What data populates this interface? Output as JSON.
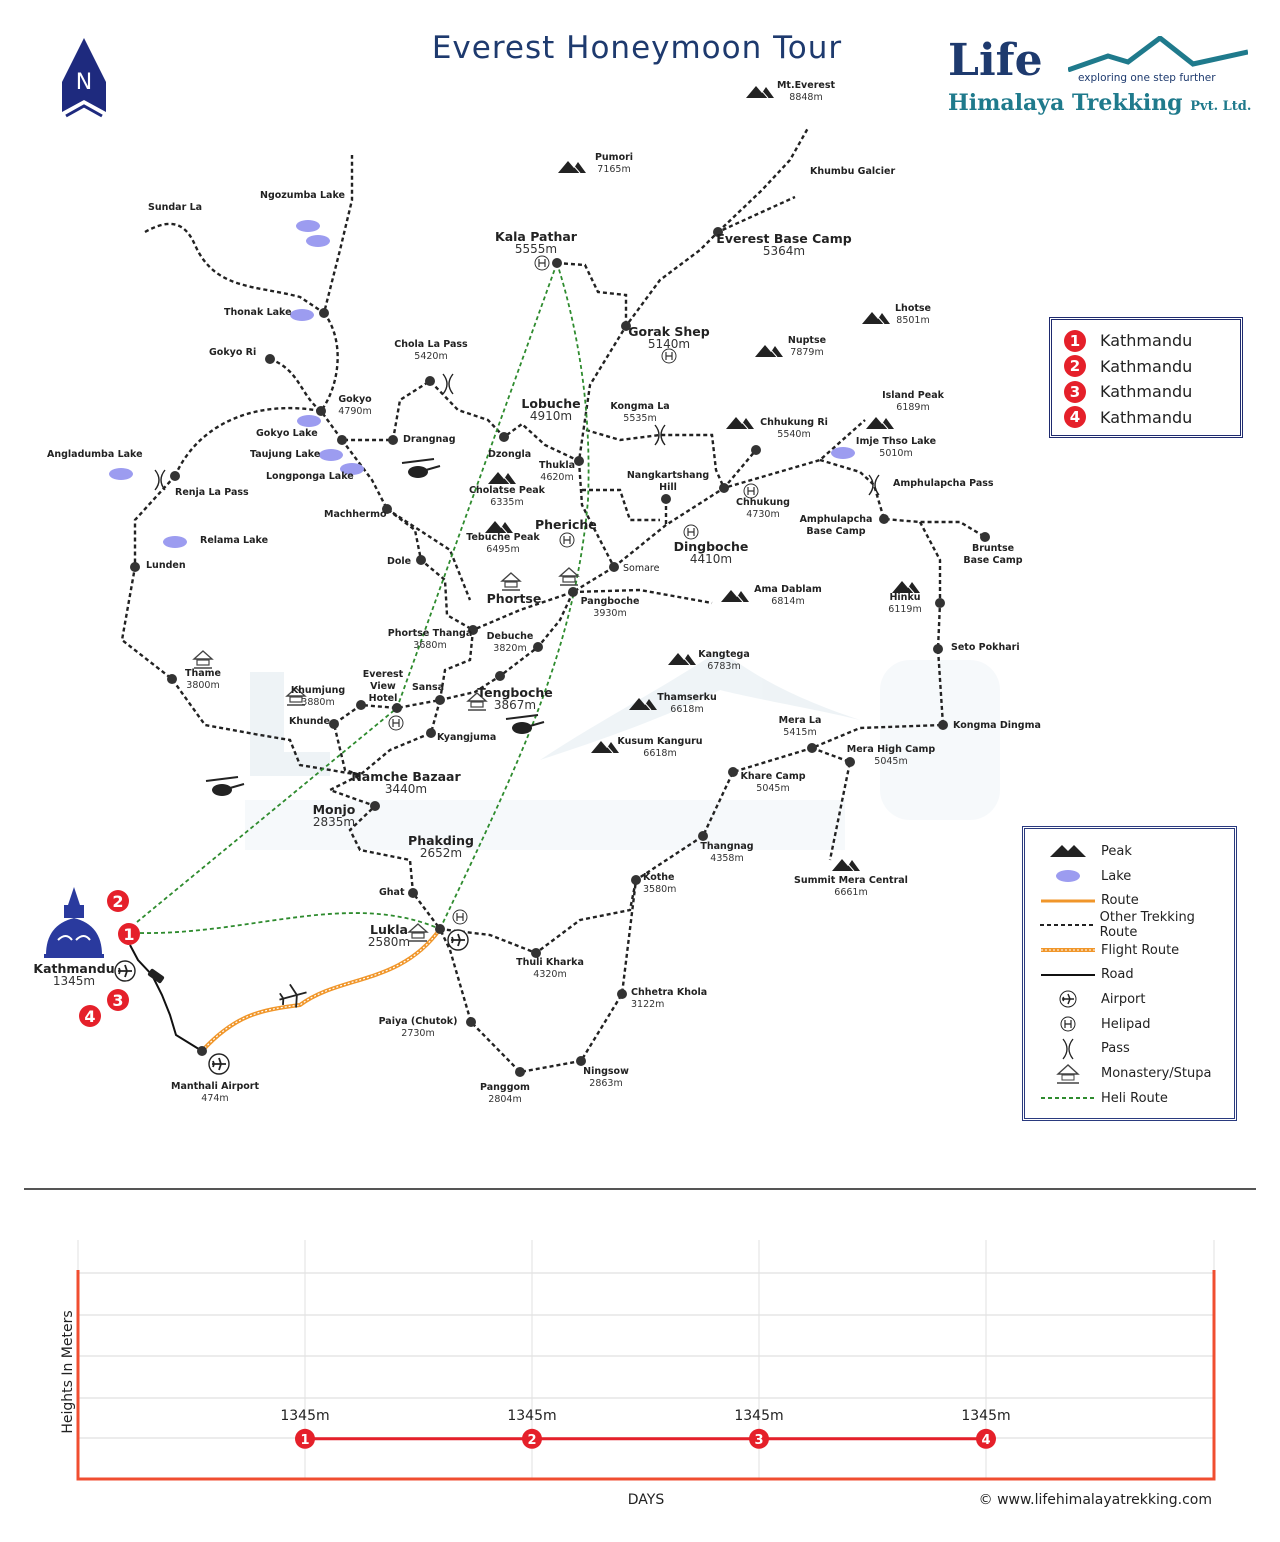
{
  "title": "Everest Honeymoon Tour",
  "north_label": "N",
  "logo": {
    "brand": "Life",
    "tagline": "exploring one step further",
    "name": "Himalaya Trekking",
    "suffix": "Pvt. Ltd."
  },
  "watermark": {
    "brand": "Life",
    "tagline": "exploring one step further",
    "name": "Himalaya Trekking Pvt. Ltd"
  },
  "colors": {
    "title": "#1e3a6e",
    "marker": "#e5202a",
    "route": "#f0962a",
    "heli": "#2e8b2e",
    "lake": "#9c9cf0",
    "chart_line": "#e5202a",
    "chart_frame": "#f04e30"
  },
  "places": [
    {
      "name": "Mt.Everest",
      "elev": "8848m"
    },
    {
      "name": "Pumori",
      "elev": "7165m"
    },
    {
      "name": "Khumbu Galcier"
    },
    {
      "name": "Sundar La"
    },
    {
      "name": "Ngozumba Lake"
    },
    {
      "name": "Kala Pathar",
      "elev": "5555m"
    },
    {
      "name": "Everest Base Camp",
      "elev": "5364m"
    },
    {
      "name": "Gorak Shep",
      "elev": "5140m"
    },
    {
      "name": "Lhotse",
      "elev": "8501m"
    },
    {
      "name": "Nuptse",
      "elev": "7879m"
    },
    {
      "name": "Thonak Lake"
    },
    {
      "name": "Gokyo Ri"
    },
    {
      "name": "Chola La Pass",
      "elev": "5420m"
    },
    {
      "name": "Lobuche",
      "elev": "4910m"
    },
    {
      "name": "Kongma La",
      "elev": "5535m"
    },
    {
      "name": "Chhukung Ri",
      "elev": "5540m"
    },
    {
      "name": "Island Peak",
      "elev": "6189m"
    },
    {
      "name": "Gokyo",
      "elev": "4790m"
    },
    {
      "name": "Gokyo Lake"
    },
    {
      "name": "Drangnag"
    },
    {
      "name": "Imje Thso Lake",
      "elev": "5010m"
    },
    {
      "name": "Dzongla"
    },
    {
      "name": "Taujung Lake"
    },
    {
      "name": "Angladumba Lake"
    },
    {
      "name": "Thukla",
      "elev": "4620m"
    },
    {
      "name": "Nangkartshang Hill"
    },
    {
      "name": "Longponga Lake"
    },
    {
      "name": "Cholatse Peak",
      "elev": "6335m"
    },
    {
      "name": "Renja La Pass"
    },
    {
      "name": "Chhukung",
      "elev": "4730m"
    },
    {
      "name": "Amphulapcha Pass"
    },
    {
      "name": "Machhermo"
    },
    {
      "name": "Pheriche"
    },
    {
      "name": "Amphulapcha Base Camp"
    },
    {
      "name": "Bruntse Base Camp"
    },
    {
      "name": "Tebuche Peak",
      "elev": "6495m"
    },
    {
      "name": "Dingboche",
      "elev": "4410m"
    },
    {
      "name": "Relama Lake"
    },
    {
      "name": "Dole"
    },
    {
      "name": "Lunden"
    },
    {
      "name": "Somare"
    },
    {
      "name": "Phortse"
    },
    {
      "name": "Pangboche",
      "elev": "3930m"
    },
    {
      "name": "Ama Dablam",
      "elev": "6814m"
    },
    {
      "name": "Hinku",
      "elev": "6119m"
    },
    {
      "name": "Phortse Thanga",
      "elev": "3680m"
    },
    {
      "name": "Debuche",
      "elev": "3820m"
    },
    {
      "name": "Seto Pokhari"
    },
    {
      "name": "Kangtega",
      "elev": "6783m"
    },
    {
      "name": "Thame",
      "elev": "3800m"
    },
    {
      "name": "Everest View Hotel"
    },
    {
      "name": "Khumjung",
      "elev": "3880m"
    },
    {
      "name": "Sansa"
    },
    {
      "name": "Tengboche",
      "elev": "3867m"
    },
    {
      "name": "Thamserku",
      "elev": "6618m"
    },
    {
      "name": "Kongma Dingma"
    },
    {
      "name": "Khunde"
    },
    {
      "name": "Kyangjuma"
    },
    {
      "name": "Mera La",
      "elev": "5415m"
    },
    {
      "name": "Kusum Kanguru",
      "elev": "6618m"
    },
    {
      "name": "Mera High Camp",
      "elev": "5045m"
    },
    {
      "name": "Khare Camp",
      "elev": "5045m"
    },
    {
      "name": "Namche Bazaar",
      "elev": "3440m"
    },
    {
      "name": "Monjo",
      "elev": "2835m"
    },
    {
      "name": "Phakding",
      "elev": "2652m"
    },
    {
      "name": "Thangnag",
      "elev": "4358m"
    },
    {
      "name": "Summit Mera Central",
      "elev": "6661m"
    },
    {
      "name": "Kothe",
      "elev": "3580m"
    },
    {
      "name": "Ghat"
    },
    {
      "name": "Kathmandu",
      "elev": "1345m"
    },
    {
      "name": "Lukla",
      "elev": "2580m"
    },
    {
      "name": "Thuli Kharka",
      "elev": "4320m"
    },
    {
      "name": "Chhetra Khola",
      "elev": "3122m"
    },
    {
      "name": "Paiya (Chutok)",
      "elev": "2730m"
    },
    {
      "name": "Manthali Airport",
      "elev": "474m"
    },
    {
      "name": "Ningsow",
      "elev": "2863m"
    },
    {
      "name": "Panggom",
      "elev": "2804m"
    }
  ],
  "day_markers": [
    "1",
    "2",
    "3",
    "4"
  ],
  "itinerary": [
    {
      "day": "1",
      "place": "Kathmandu"
    },
    {
      "day": "2",
      "place": "Kathmandu"
    },
    {
      "day": "3",
      "place": "Kathmandu"
    },
    {
      "day": "4",
      "place": "Kathmandu"
    }
  ],
  "legend": [
    {
      "icon": "peak",
      "label": "Peak"
    },
    {
      "icon": "lake",
      "label": "Lake"
    },
    {
      "icon": "route",
      "label": "Route"
    },
    {
      "icon": "other-trek",
      "label": "Other Trekking Route"
    },
    {
      "icon": "flight",
      "label": "Flight Route"
    },
    {
      "icon": "road",
      "label": "Road"
    },
    {
      "icon": "airport",
      "label": "Airport"
    },
    {
      "icon": "helipad",
      "label": "Helipad"
    },
    {
      "icon": "pass",
      "label": "Pass"
    },
    {
      "icon": "monastery",
      "label": "Monastery/Stupa"
    },
    {
      "icon": "heli-route",
      "label": "Heli Route"
    }
  ],
  "chart_data": {
    "type": "line",
    "categories": [
      "1",
      "2",
      "3",
      "4"
    ],
    "values": [
      1345,
      1345,
      1345,
      1345
    ],
    "data_labels": [
      "1345m",
      "1345m",
      "1345m",
      "1345m"
    ],
    "xlabel": "DAYS",
    "ylabel": "Heights In Meters",
    "grid": true
  },
  "copyright": "© www.lifehimalayatrekking.com"
}
